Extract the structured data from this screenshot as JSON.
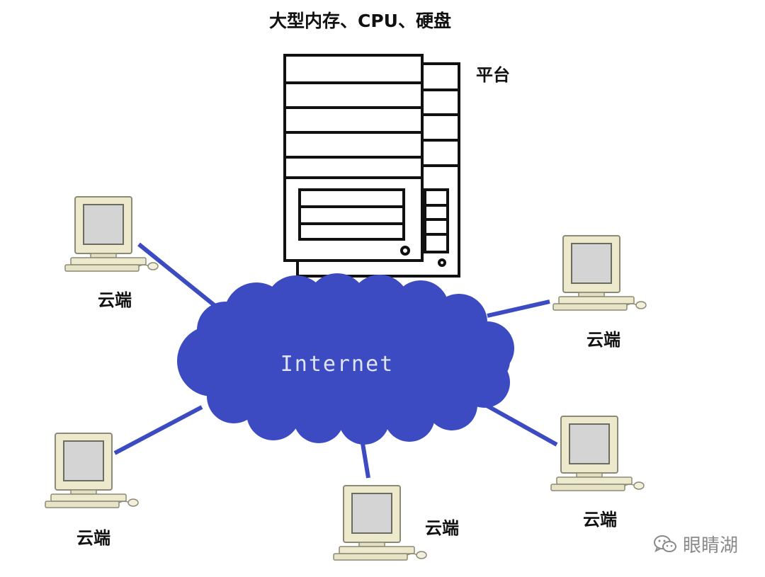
{
  "diagram": {
    "title": "大型内存、CPU、硬盘",
    "platform_label": "平台",
    "network_label": "Internet",
    "client_label": "云端",
    "watermark": "眼睛湖",
    "colors": {
      "cloud": "#3d4bc2",
      "link": "#3d4bc2",
      "cloud_text": "#dfe4f5",
      "outline": "#111111",
      "computer_body": "#ece9cc",
      "screen": "#d4d4d4"
    }
  }
}
